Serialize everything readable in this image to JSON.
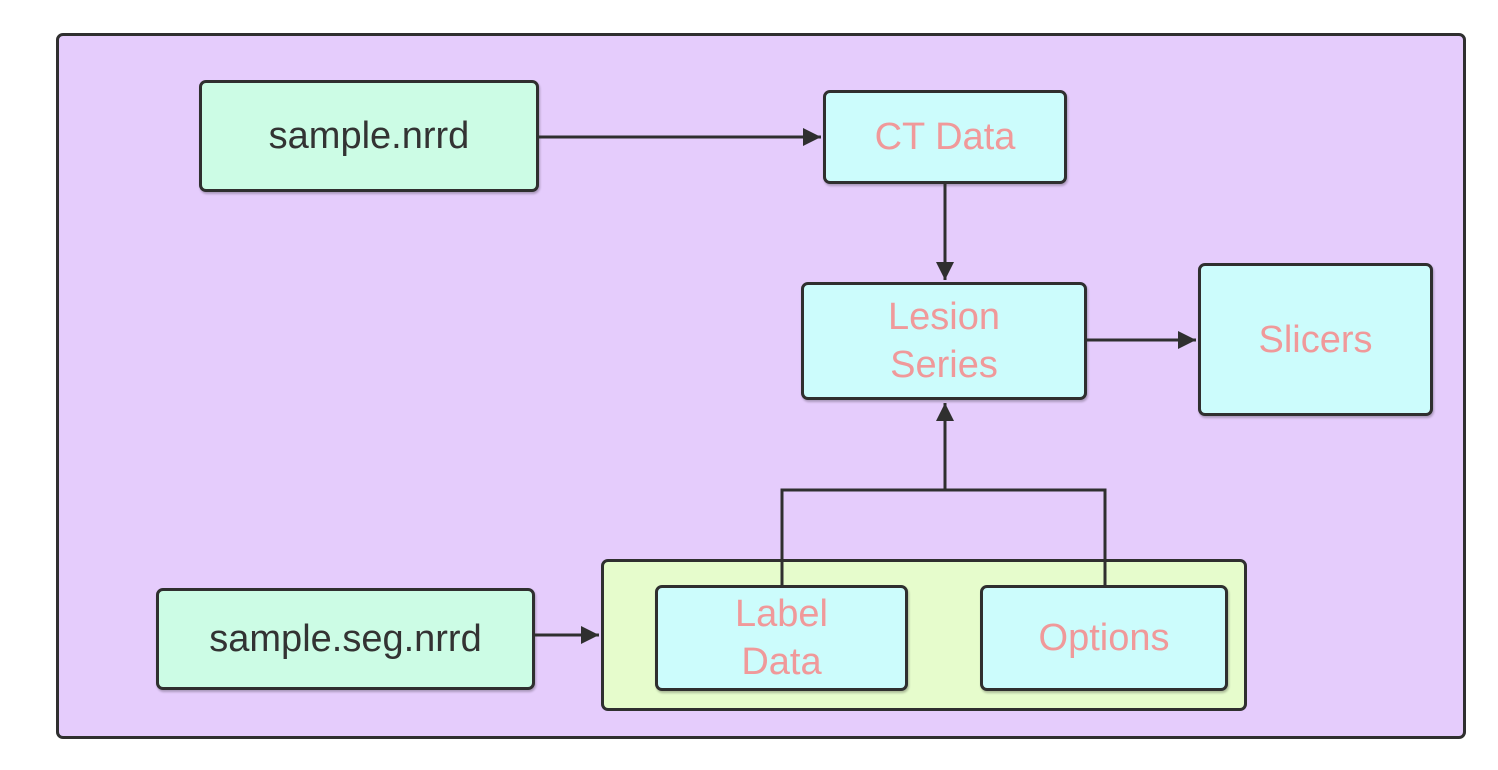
{
  "diagram": {
    "colors": {
      "frame_fill": "#e5ccfc",
      "group_fill": "#e6fccc",
      "file_node_fill": "#ccfce5",
      "process_node_fill": "#ccfcfc",
      "process_text": "#f0999a",
      "file_text": "#333333",
      "stroke": "#2f2f2f"
    },
    "nodes": {
      "sample_nrrd": "sample.nrrd",
      "ct_data": "CT Data",
      "lesion_series": "Lesion\nSeries",
      "slicers": "Slicers",
      "sample_seg_nrrd": "sample.seg.nrrd",
      "label_data": "Label\nData",
      "options": "Options"
    },
    "edges": [
      {
        "from": "sample.nrrd",
        "to": "CT Data"
      },
      {
        "from": "CT Data",
        "to": "Lesion Series"
      },
      {
        "from": "Lesion Series",
        "to": "Slicers"
      },
      {
        "from": "sample.seg.nrrd",
        "to": "Label Data + Options group"
      },
      {
        "from": "Label Data",
        "to": "Lesion Series"
      },
      {
        "from": "Options",
        "to": "Lesion Series"
      }
    ]
  }
}
